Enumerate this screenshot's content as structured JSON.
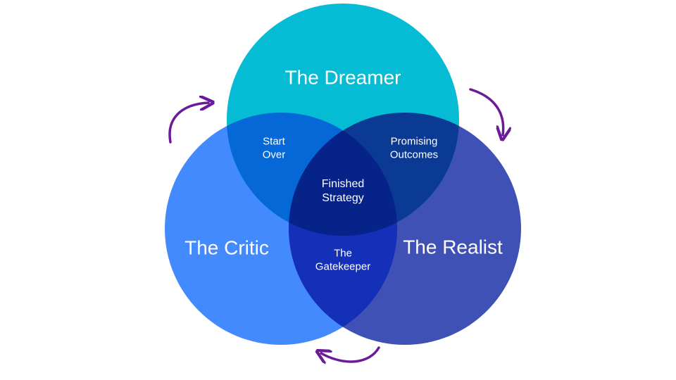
{
  "circles": {
    "dreamer": {
      "label": "The Dreamer",
      "color": "#05BCD4"
    },
    "critic": {
      "label": "The Critic",
      "color": "#448AFF"
    },
    "realist": {
      "label": "The Realist",
      "color": "#3F51B5"
    }
  },
  "overlaps": {
    "dreamer_critic": {
      "label": "Start\nOver",
      "color": "#0568D6"
    },
    "dreamer_realist": {
      "label": "Promising\nOutcomes",
      "color": "#0A3A94"
    },
    "critic_realist": {
      "label": "The\nGatekeeper",
      "color": "#1430B8"
    },
    "center": {
      "label": "Finished\nStrategy",
      "color": "#06238A"
    }
  },
  "arrows": {
    "color": "#6A1B9A"
  }
}
